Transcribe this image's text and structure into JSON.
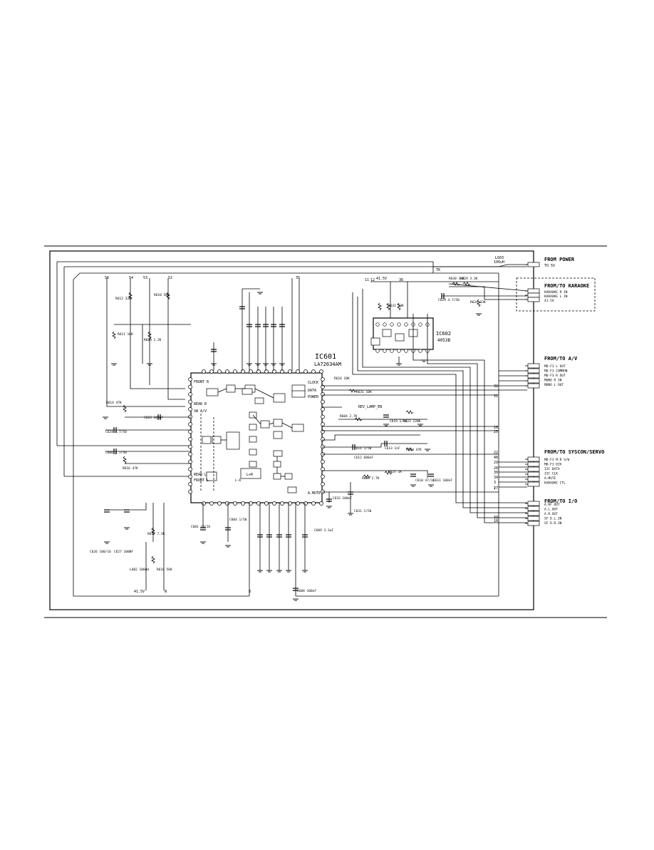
{
  "ic601": {
    "ref": "IC601",
    "part": "LA72634AM"
  },
  "ic602": {
    "ref": "IC602",
    "part": "4053B"
  },
  "sections": {
    "power": "FROM POWER",
    "karaoke": "FROM/TO KARAOKE",
    "av": "FROM/TO A/V",
    "syscon": "FROM/TO SYSCON/SERVO",
    "io": "FROM/TO I/O"
  },
  "power_signals": [
    "L603",
    "100uH",
    "TO 5V"
  ],
  "karaoke_signals": [
    "KARAOKE R IN",
    "KARAOKE L IN",
    "41.5V"
  ],
  "av_signals": [
    "MD-F3 L OUT",
    "MD-F3 COMMON",
    "MD-F3 R OUT",
    "MONO R IN",
    "MONO L OUT"
  ],
  "syscon_signals": [
    "MD-F3 M.R S/W",
    "MD-F3 DIV",
    "I2C DATA",
    "I2C CLK",
    "A.MUTE",
    "KARAOKE CTL"
  ],
  "io_signals": [
    "A.RF OUT",
    "A.L.OUT",
    "A.R.OUT",
    "SF D.L.IN",
    "SF D.R.IN"
  ],
  "blocks": [
    "FRONT R",
    "REAR R",
    "SW A/V",
    "REAR L",
    "FRONT L",
    "L+R",
    "CLOCK",
    "DATA",
    "POWER",
    "A.MUTE",
    "L-R"
  ],
  "parts": [
    "R612 33K",
    "R611 10K",
    "R610 56K",
    "R609 1.2K",
    "R614 47K",
    "C624 4.7/50",
    "C623 100nF",
    "C606 4.7/50",
    "R616 47K",
    "C626 100/16",
    "C627 100NF",
    "R617 7.5K",
    "L602 100uH",
    "R618 56K",
    "C601 10/16",
    "C604 1/50",
    "R616 10K",
    "R631 10K",
    "R604 2.7K",
    "C619 1/50",
    "R623 220K",
    "C614 1/50",
    "C613 1nF",
    "R603 47K",
    "C612 680nF",
    "R606 2.7K",
    "R625 1K",
    "C610 47/16",
    "C611 100nF",
    "C632 100nF",
    "C631 1/50",
    "C609 3.3uF",
    "C608 100nF",
    "C629 4.7/50",
    "R630 33K",
    "R629 3.3K",
    "R624 33K",
    "R632 33K"
  ],
  "pins": {
    "top": [
      "56",
      "54",
      "53",
      "52",
      "35"
    ],
    "right": [
      "32",
      "31",
      "26",
      "25",
      "22",
      "17",
      "48",
      "29",
      "28",
      "30",
      "34",
      "3",
      "2",
      "33",
      "10",
      "11",
      "12",
      "36"
    ],
    "bottom": [
      "41.5V",
      "N",
      "B"
    ]
  },
  "ann": {
    "rev": "REV_LAMP_EN",
    "vcc": "41.5V",
    "tk": "TK"
  }
}
